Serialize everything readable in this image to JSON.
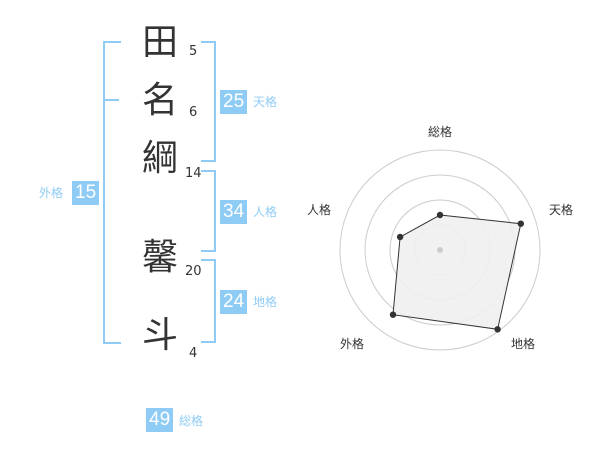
{
  "name": {
    "chars": [
      {
        "char": "田",
        "strokes": "5"
      },
      {
        "char": "名",
        "strokes": "6"
      },
      {
        "char": "綱",
        "strokes": "14"
      },
      {
        "char": "馨",
        "strokes": "20"
      },
      {
        "char": "斗",
        "strokes": "4"
      }
    ]
  },
  "fortunes": {
    "tenkaku": {
      "value": "25",
      "label": "天格"
    },
    "jinkaku": {
      "value": "34",
      "label": "人格"
    },
    "chikaku": {
      "value": "24",
      "label": "地格"
    },
    "gaikaku": {
      "value": "15",
      "label": "外格"
    },
    "soukaku": {
      "value": "49",
      "label": "総格"
    }
  },
  "chart_data": {
    "type": "radar",
    "axes": [
      "総格",
      "天格",
      "地格",
      "外格",
      "人格"
    ],
    "values": [
      0.35,
      0.85,
      0.98,
      0.8,
      0.42
    ],
    "range": [
      0,
      1
    ],
    "rings": 4,
    "colors": {
      "fill": "#f0f0f0",
      "stroke": "#333333",
      "grid": "#cccccc"
    }
  }
}
